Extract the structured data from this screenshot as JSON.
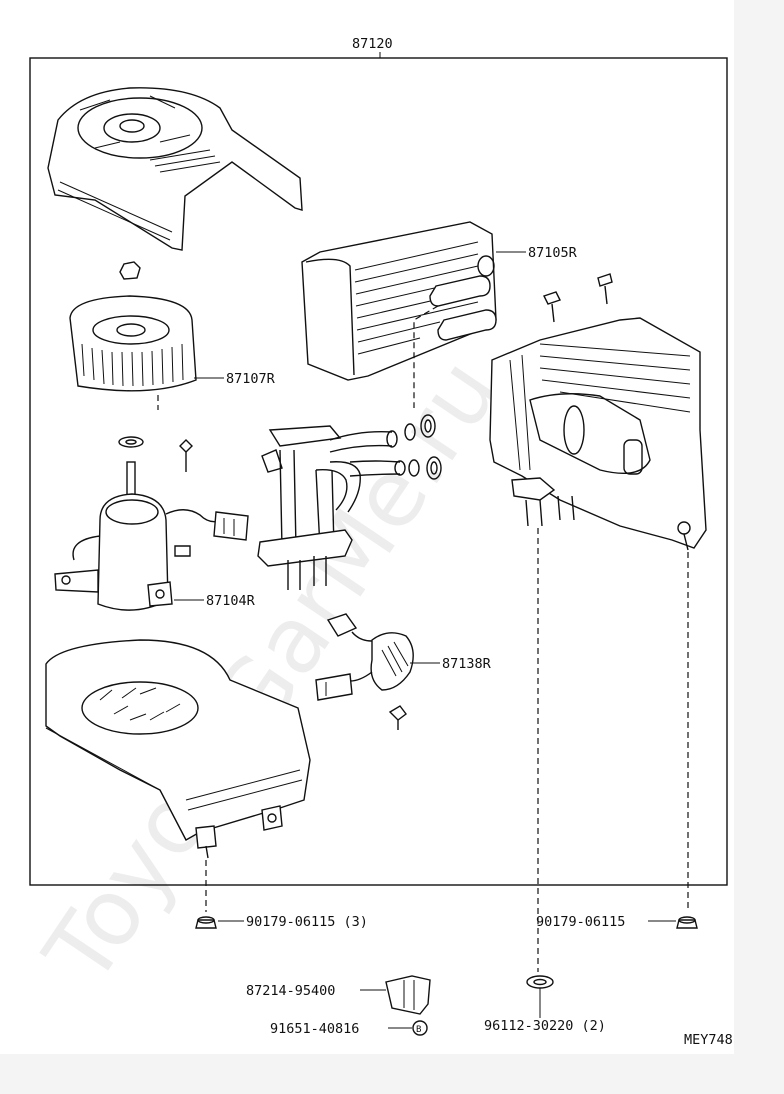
{
  "diagram": {
    "assembly_number": "87120",
    "drawing_code": "MEY748",
    "watermark": "ToyotaGarMe.ru",
    "part_labels": [
      "87107R",
      "87105R",
      "87104R",
      "87138R",
      "90179-06115 (3)",
      "90179-06115",
      "87214-95400",
      "91651-40816",
      "96112-30220 (2)"
    ],
    "bolt_marker": "B"
  }
}
